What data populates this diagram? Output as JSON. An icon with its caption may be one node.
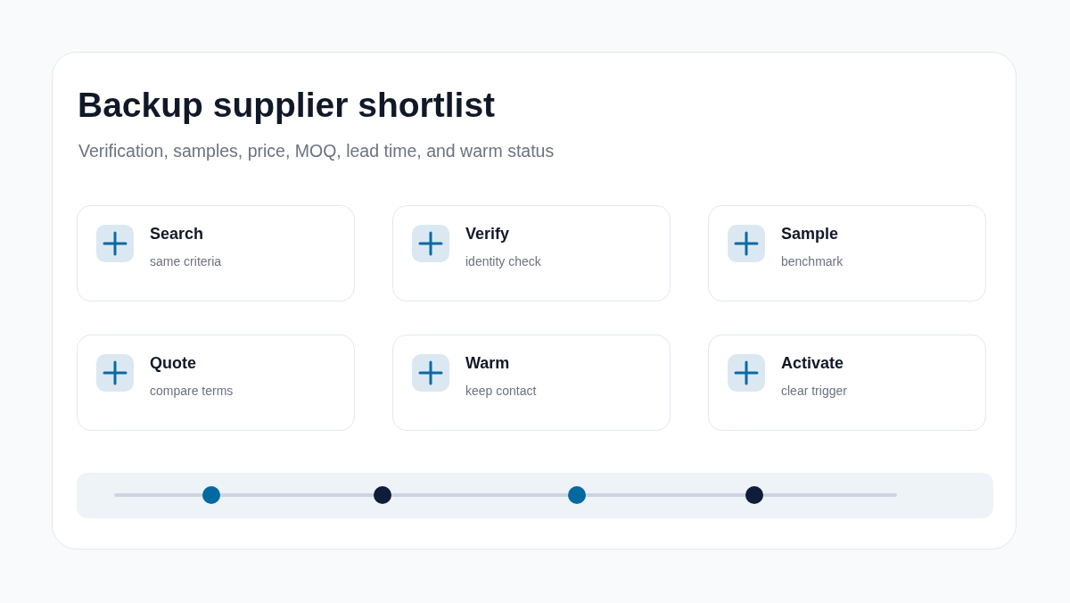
{
  "diagram": {
    "title": "Backup supplier shortlist",
    "labels": [
      "Verification, samples, price, MOQ, lead time, and warm status"
    ],
    "nodes": [
      {
        "text": [
          "Search",
          "same criteria"
        ]
      },
      {
        "text": [
          "Verify",
          "identity check"
        ]
      },
      {
        "text": [
          "Sample",
          "benchmark"
        ]
      },
      {
        "text": [
          "Quote",
          "compare terms"
        ]
      },
      {
        "text": [
          "Warm",
          "keep contact"
        ]
      },
      {
        "text": [
          "Activate",
          "clear trigger"
        ]
      },
      {
        "text": [],
        "shape": "circle"
      },
      {
        "text": [],
        "shape": "circle"
      },
      {
        "text": [],
        "shape": "circle"
      },
      {
        "text": [],
        "shape": "circle"
      }
    ]
  }
}
